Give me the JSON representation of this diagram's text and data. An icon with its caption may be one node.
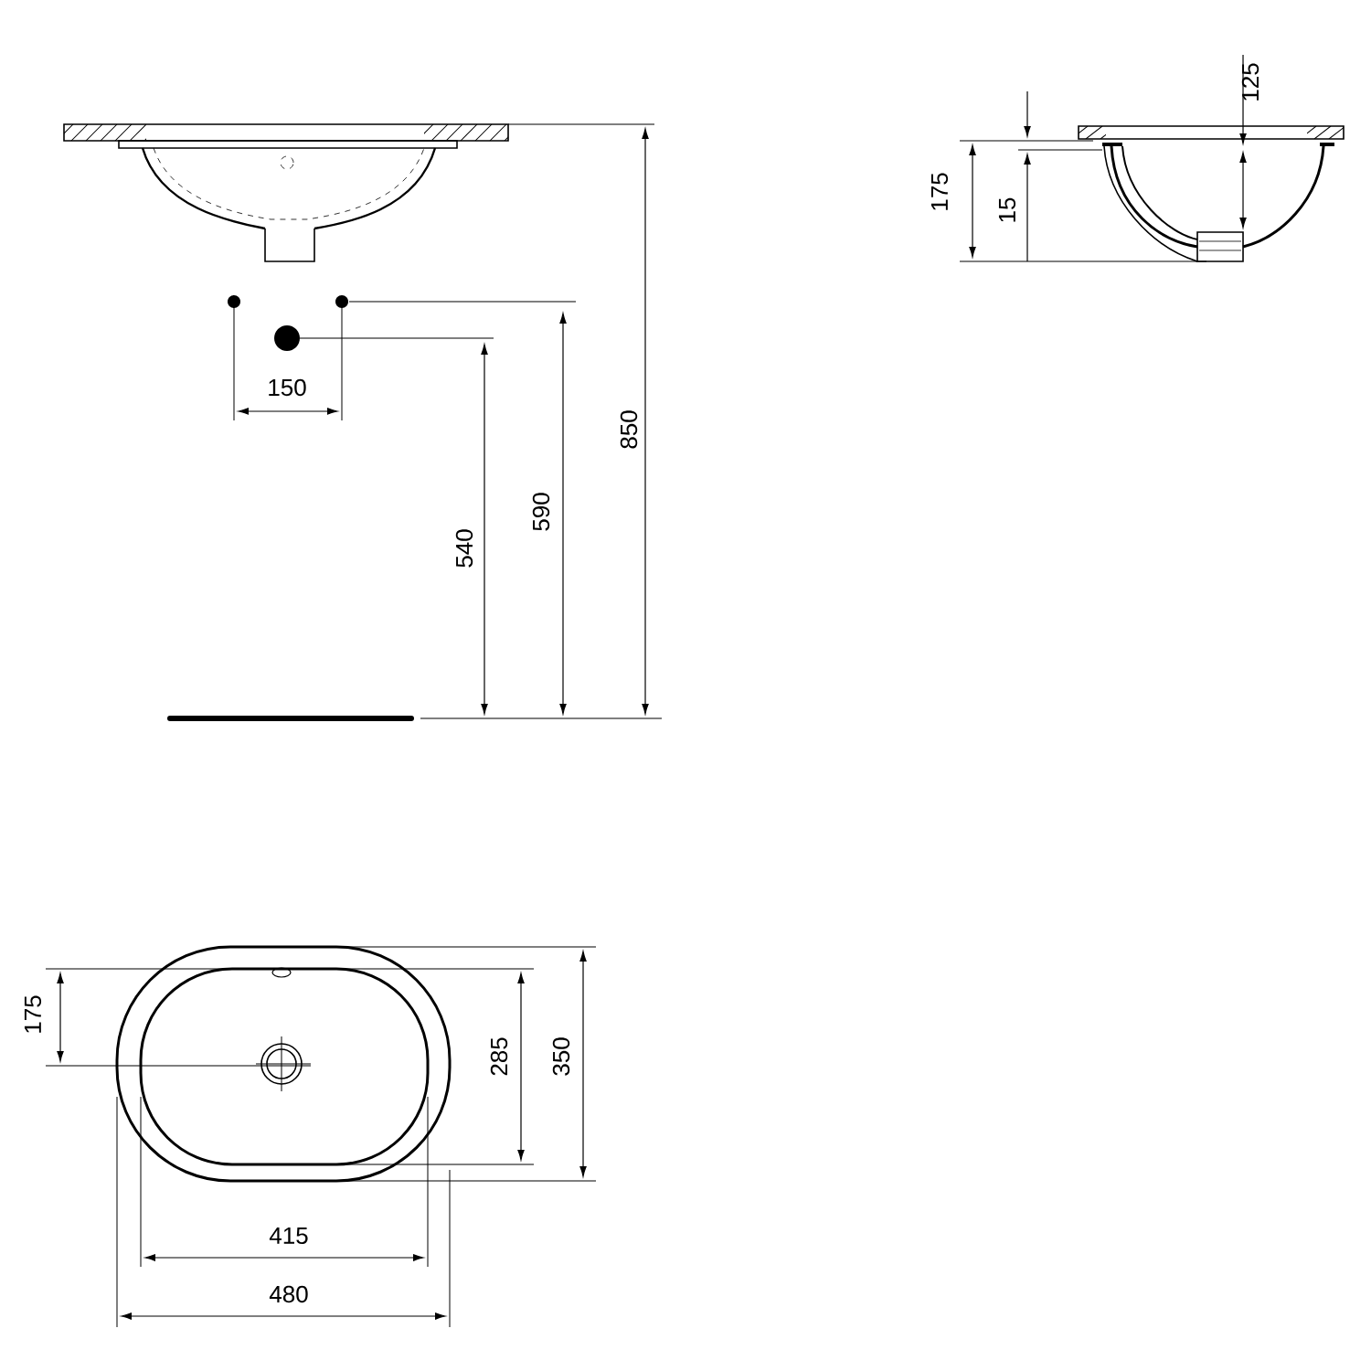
{
  "diagram": {
    "labels": [
      "150",
      "540",
      "590",
      "850",
      "125",
      "175",
      "15",
      "175",
      "285",
      "350",
      "415",
      "480"
    ]
  }
}
